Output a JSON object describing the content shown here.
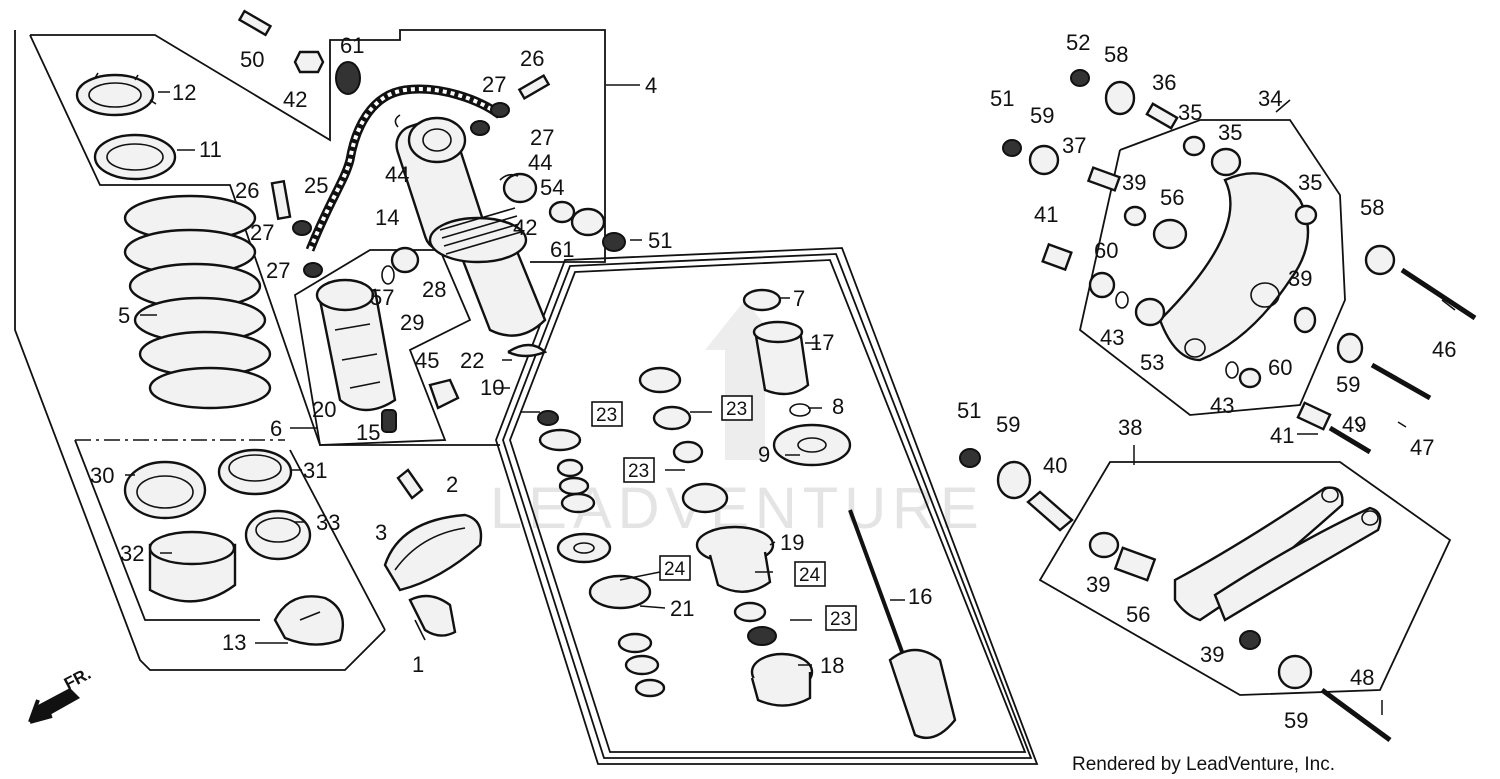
{
  "watermark": "LEADVENTURE",
  "footer_credit": "Rendered by LeadVenture, Inc.",
  "direction_marker": "FR.",
  "callouts": [
    "1",
    "2",
    "3",
    "4",
    "5",
    "6",
    "7",
    "8",
    "9",
    "10",
    "11",
    "12",
    "13",
    "14",
    "15",
    "16",
    "17",
    "18",
    "19",
    "20",
    "21",
    "22",
    "23",
    "24",
    "25",
    "26",
    "27",
    "28",
    "29",
    "30",
    "31",
    "32",
    "33",
    "34",
    "35",
    "36",
    "37",
    "38",
    "39",
    "40",
    "41",
    "42",
    "43",
    "44",
    "45",
    "46",
    "47",
    "48",
    "49",
    "50",
    "51",
    "52",
    "53",
    "54",
    "56",
    "57",
    "58",
    "59",
    "60",
    "61"
  ],
  "boxed_callouts": [
    "23",
    "24"
  ]
}
